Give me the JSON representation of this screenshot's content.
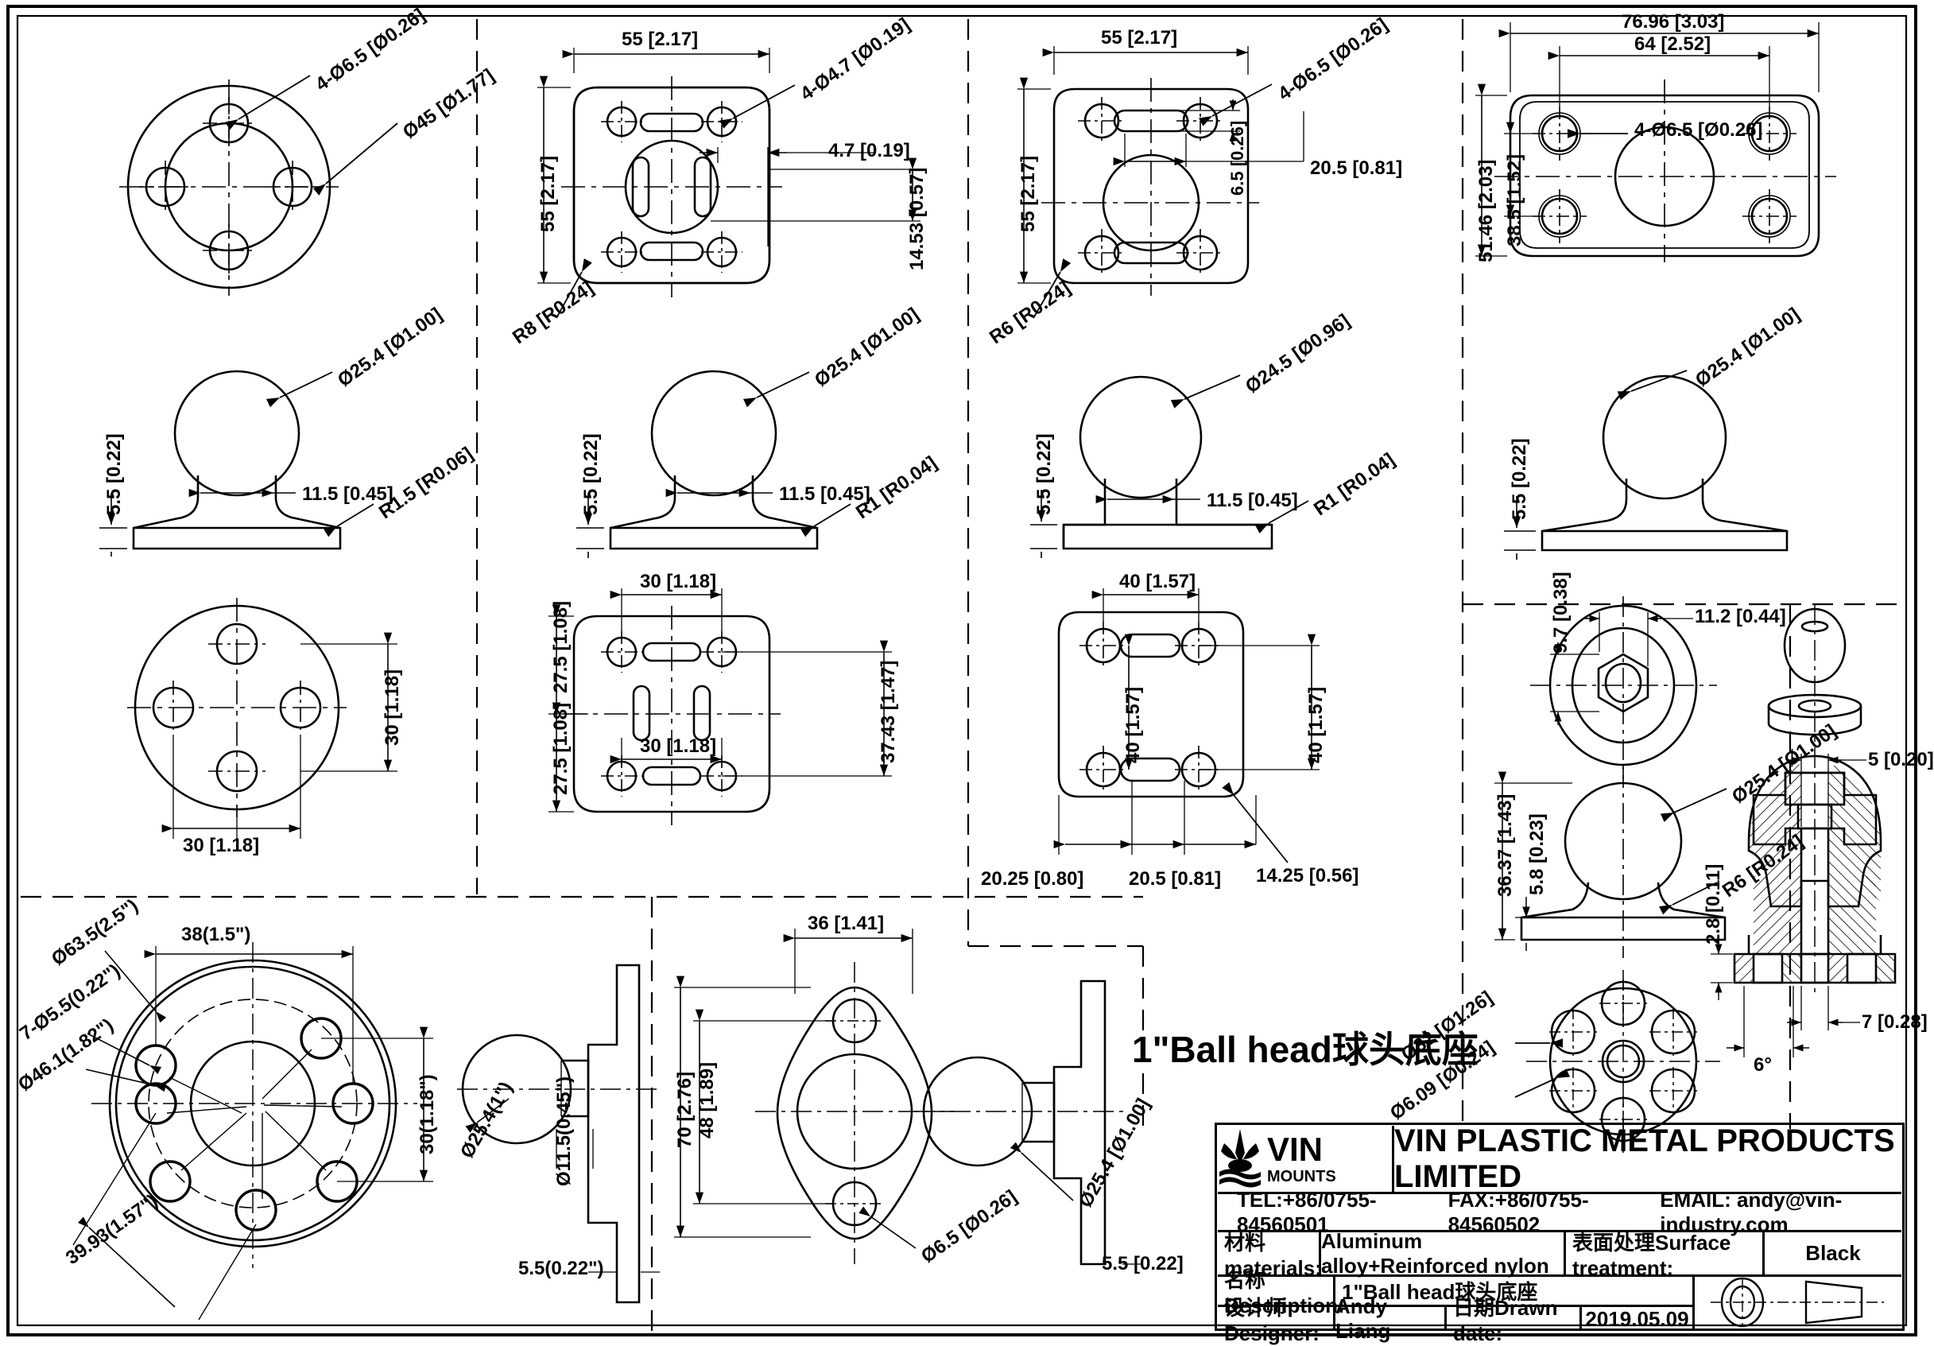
{
  "drawing": {
    "center_title": "1\"Ball head球头底座",
    "border": true
  },
  "col1": {
    "top_view": {
      "hole_callout": "4-Ø6.5 [Ø0.26]",
      "outer_dia": "Ø45 [Ø1.77]"
    },
    "side_view": {
      "ball_dia": "Ø25.4 [Ø1.00]",
      "neck_width": "11.5 [0.45]",
      "base_thickness": "5.5 [0.22]",
      "edge_radius": "R1.5 [R0.06]"
    },
    "bottom_view": {
      "hole_pitch_v": "30 [1.18]",
      "hole_pitch_h": "30 [1.18]"
    }
  },
  "col2": {
    "top_view": {
      "width": "55 [2.17]",
      "height": "55 [2.17]",
      "hole_callout": "4-Ø4.7 [Ø0.19]",
      "slot_offset": "4.7 [0.19]",
      "slot_length": "14.53 [0.57]",
      "corner_radius": "R8 [R0.24]"
    },
    "side_view": {
      "ball_dia": "Ø25.4 [Ø1.00]",
      "neck_width": "11.5 [0.45]",
      "base_thickness": "5.5 [0.22]",
      "edge_radius": "R1 [R0.04]"
    },
    "bottom_view": {
      "pitch_top": "30 [1.18]",
      "pitch_bottom": "30 [1.18]",
      "offset_top": "27.5 [1.08]",
      "offset_bottom": "27.5 [1.08]",
      "overall_v": "37.43 [1.47]"
    }
  },
  "col3": {
    "top_view": {
      "width": "55 [2.17]",
      "height": "55 [2.17]",
      "hole_callout": "4-Ø6.5 [Ø0.26]",
      "slot_width": "20.5 [0.81]",
      "slot_height": "6.5 [0.26]",
      "corner_radius": "R6 [R0.24]"
    },
    "side_view": {
      "ball_dia": "Ø24.5 [Ø0.96]",
      "neck_width": "11.5 [0.45]",
      "base_thickness": "5.5 [0.22]",
      "edge_radius": "R1 [R0.04]"
    },
    "bottom_view": {
      "pitch_h": "40 [1.57]",
      "pitch_v_left": "40 [1.57]",
      "pitch_v_right": "40 [1.57]",
      "edge_to_slot": "20.25 [0.80]",
      "slot_width": "20.5 [0.81]",
      "slot_detail": "14.25 [0.56]"
    }
  },
  "col4": {
    "top_view": {
      "overall_width": "76.96 [3.03]",
      "hole_pitch_h": "64 [2.52]",
      "hole_callout": "4-Ø6.5 [Ø0.26]",
      "overall_height": "51.46 [2.03]",
      "hole_pitch_v": "38.5 [1.52]"
    },
    "side_view": {
      "ball_dia": "Ø25.4 [Ø1.00]",
      "base_thickness": "5.5 [0.22]"
    }
  },
  "detail_right": {
    "hex_offset_v": "9.7 [0.38]",
    "hex_offset_h": "11.2 [0.44]",
    "ball_dia": "Ø25.4 [Ø1.00]",
    "overall_height": "36.37 [1.43]",
    "base_thickness": "5.8 [0.23]",
    "fillet_radius": "R6 [R0.24]",
    "bottom_outer_dia": "Ø32 [Ø1.26]",
    "bottom_hole_dia": "Ø6.09 [Ø0.24]",
    "section_washer": "5 [0.20]",
    "section_flange": "2.8 [0.11]",
    "section_foot": "7 [0.28]",
    "section_angle": "6°"
  },
  "bottom_left": {
    "outer_dia": "Ø63.5(2.5\")",
    "hole_callout": "7-Ø5.5(0.22\")",
    "bolt_circle": "Ø46.1(1.82\")",
    "pitch_h": "38(1.5\")",
    "pitch_v": "30(1.18\")",
    "diag": "39.93(1.57\")",
    "ball_dia": "Ø25.4(1\")",
    "neck_dia": "Ø11.5(0.45\")",
    "base_thickness": "5.5(0.22\")"
  },
  "bottom_mid": {
    "width": "36 [1.41]",
    "overall_height": "70 [2.76]",
    "hole_pitch": "48 [1.89]",
    "hole_dia": "Ø6.5 [Ø0.26]",
    "ball_dia": "Ø25.4 [Ø1.00]",
    "base_thickness": "5.5 [0.22]"
  },
  "title_block": {
    "logo_text": "VIN",
    "logo_sub": "MOUNTS",
    "company": "VIN PLASTIC METAL PRODUCTS LIMITED",
    "tel": "TEL:+86/0755-84560501",
    "fax": "FAX:+86/0755-84560502",
    "email": "EMAIL:  andy@vin-industry.com",
    "materials_label": "材料materials:",
    "materials_value": "Aluminum alloy+Reinforced nylon",
    "surface_label": "表面处理Surface treatment:",
    "surface_value": "Black",
    "description_label": "名称Description:",
    "description_value": "1\"Ball head球头底座",
    "designer_label": "设计师Designer:",
    "designer_value": "Andy Liang",
    "date_label": "日期Drawn date:",
    "date_value": "2019.05.09"
  }
}
